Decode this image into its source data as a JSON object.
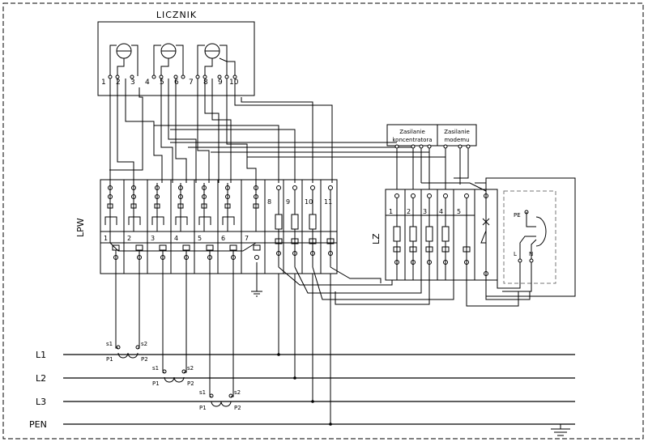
{
  "meter": {
    "title": "LICZNIK",
    "terminals": [
      "1",
      "2",
      "3",
      "4",
      "5",
      "6",
      "7",
      "8",
      "9",
      "10"
    ]
  },
  "lpw": {
    "label": "LPW",
    "modules": [
      "1",
      "2",
      "3",
      "4",
      "5",
      "6",
      "7"
    ],
    "extra_modules": [
      "8",
      "9",
      "10",
      "11"
    ]
  },
  "lz": {
    "label": "LZ",
    "modules": [
      "1",
      "2",
      "3",
      "4",
      "5"
    ]
  },
  "supplies": {
    "concentrator": [
      "Zasilanie",
      "koncentratora"
    ],
    "modem": [
      "Zasilanie",
      "modemu"
    ]
  },
  "socket": {
    "pe": "PE",
    "l": "L",
    "n": "N"
  },
  "lines": [
    "L1",
    "L2",
    "L3",
    "PEN"
  ],
  "ct": {
    "s1": "s1",
    "s2": "s2",
    "p1": "P1",
    "p2": "P2"
  }
}
